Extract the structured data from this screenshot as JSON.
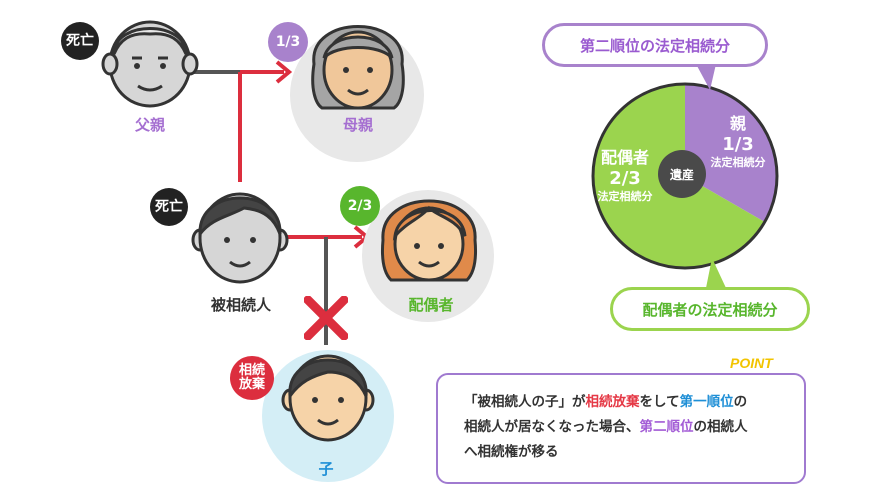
{
  "people": {
    "father": {
      "label": "父親",
      "badge": "死亡"
    },
    "mother": {
      "label": "母親",
      "badge": "1/3"
    },
    "decedent": {
      "label": "被相続人",
      "badge": "死亡"
    },
    "spouse": {
      "label": "配偶者",
      "badge": "2/3"
    },
    "child": {
      "label": "子",
      "badge": "相続\n放棄"
    }
  },
  "pie": {
    "center_label": "遺産",
    "parent": {
      "title": "親",
      "fraction": "1/3",
      "caption": "法定相続分",
      "value": 0.3333
    },
    "spouse": {
      "title": "配偶者",
      "fraction": "2/3",
      "caption": "法定相続分",
      "value": 0.6667
    },
    "callout_top": "第二順位の法定相続分",
    "callout_bottom": "配偶者の法定相続分"
  },
  "point": {
    "title": "POINT",
    "line1_a": "「被相続人の子」が",
    "line1_b": "相続放棄",
    "line1_c": "をして",
    "line1_d": "第一順位",
    "line1_e": "の",
    "line2_a": "相続人が居なくなった場合、",
    "line2_b": "第二順位",
    "line2_c": "の相続人",
    "line3": "へ相続権が移る"
  },
  "colors": {
    "purple": "#a882cc",
    "green": "#9bd44e",
    "red": "#dc2e3e",
    "dark": "#222222",
    "gray_line": "#555555"
  }
}
